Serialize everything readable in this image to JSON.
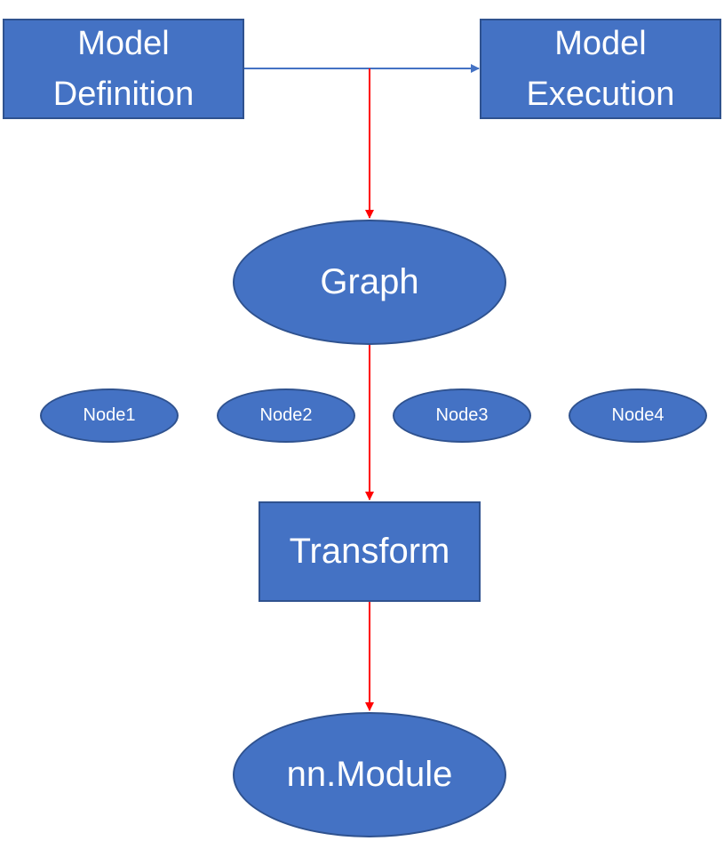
{
  "colors": {
    "shape_fill": "#4472c4",
    "shape_border": "#2f528f",
    "shape_text": "#ffffff",
    "flow_arrow": "#ff0000",
    "link_arrow": "#4472c4"
  },
  "nodes": {
    "model_definition": "Model\nDefinition",
    "model_execution": "Model\nExecution",
    "graph": "Graph",
    "node1": "Node1",
    "node2": "Node2",
    "node3": "Node3",
    "node4": "Node4",
    "transform": "Transform",
    "nn_module": "nn.Module"
  }
}
